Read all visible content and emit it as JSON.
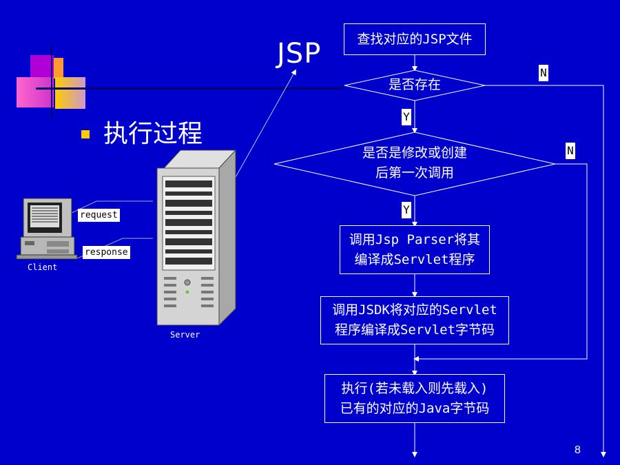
{
  "slide": {
    "title": "JSP",
    "bullet": "执行过程",
    "page_number": "8"
  },
  "diagram": {
    "client_label": "Client",
    "server_label": "Server",
    "request_label": "request",
    "response_label": "response",
    "flow": {
      "step1": "查找对应的JSP文件",
      "decision1": "是否存在",
      "decision2_line1": "是否是修改或创建",
      "decision2_line2": "后第一次调用",
      "step2_line1": "调用Jsp Parser将其",
      "step2_line2": "编译成Servlet程序",
      "step3_line1": "调用JSDK将对应的Servlet",
      "step3_line2": "程序编译成Servlet字节码",
      "step4_line1": "执行(若未载入则先载入)",
      "step4_line2": "已有的对应的Java字节码",
      "yes": "Y",
      "no": "N"
    }
  },
  "colors": {
    "background": "#0000cc",
    "accent_yellow": "#ffcc00",
    "accent_magenta": "#cc00cc"
  }
}
